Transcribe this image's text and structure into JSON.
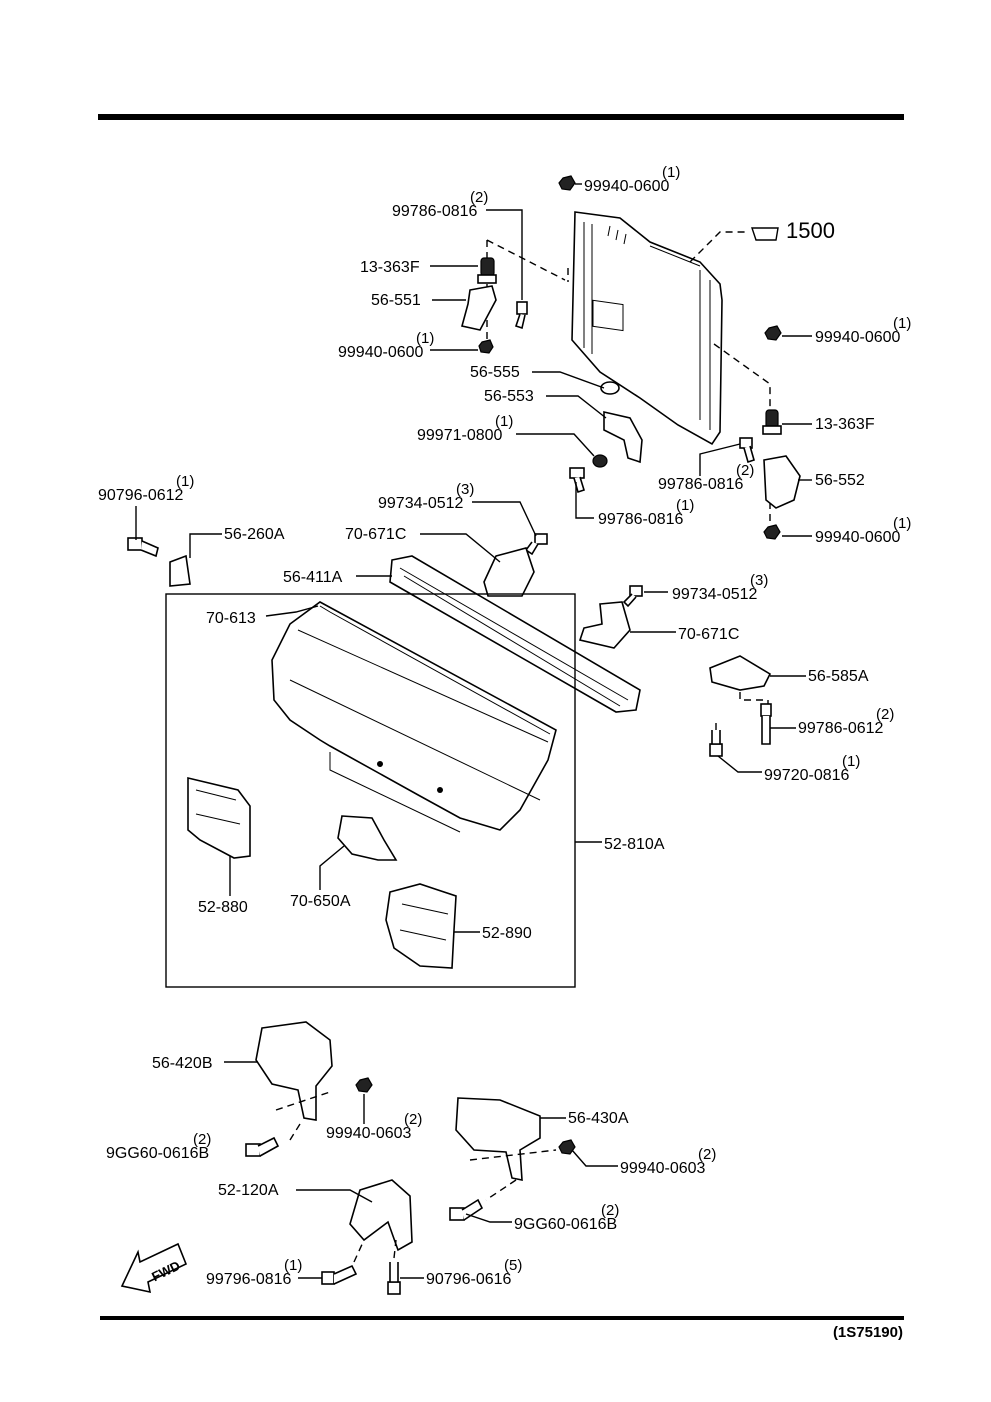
{
  "diagram_code": "(1S75190)",
  "fwd_label": "FWD",
  "radiator_ref": "1500",
  "callouts": [
    {
      "id": "c1",
      "part": "99940-0600",
      "qty": "(1)"
    },
    {
      "id": "c2",
      "part": "99786-0816",
      "qty": "(2)"
    },
    {
      "id": "c3",
      "part": "13-363F",
      "qty": ""
    },
    {
      "id": "c4",
      "part": "56-551",
      "qty": ""
    },
    {
      "id": "c5",
      "part": "99940-0600",
      "qty": "(1)"
    },
    {
      "id": "c6",
      "part": "56-555",
      "qty": ""
    },
    {
      "id": "c7",
      "part": "56-553",
      "qty": ""
    },
    {
      "id": "c8",
      "part": "99971-0800",
      "qty": "(1)"
    },
    {
      "id": "c9",
      "part": "99940-0600",
      "qty": "(1)"
    },
    {
      "id": "c10",
      "part": "13-363F",
      "qty": ""
    },
    {
      "id": "c11",
      "part": "99786-0816",
      "qty": "(2)"
    },
    {
      "id": "c12",
      "part": "56-552",
      "qty": ""
    },
    {
      "id": "c13",
      "part": "99786-0816",
      "qty": "(1)"
    },
    {
      "id": "c14",
      "part": "99940-0600",
      "qty": "(1)"
    },
    {
      "id": "c15",
      "part": "90796-0612",
      "qty": "(1)"
    },
    {
      "id": "c16",
      "part": "56-260A",
      "qty": ""
    },
    {
      "id": "c17",
      "part": "99734-0512",
      "qty": "(3)"
    },
    {
      "id": "c18",
      "part": "70-671C",
      "qty": ""
    },
    {
      "id": "c19",
      "part": "56-411A",
      "qty": ""
    },
    {
      "id": "c20",
      "part": "70-613",
      "qty": ""
    },
    {
      "id": "c21",
      "part": "99734-0512",
      "qty": "(3)"
    },
    {
      "id": "c22",
      "part": "70-671C",
      "qty": ""
    },
    {
      "id": "c23",
      "part": "56-585A",
      "qty": ""
    },
    {
      "id": "c24",
      "part": "99786-0612",
      "qty": "(2)"
    },
    {
      "id": "c25",
      "part": "99720-0816",
      "qty": "(1)"
    },
    {
      "id": "c26",
      "part": "52-810A",
      "qty": ""
    },
    {
      "id": "c27",
      "part": "52-880",
      "qty": ""
    },
    {
      "id": "c28",
      "part": "70-650A",
      "qty": ""
    },
    {
      "id": "c29",
      "part": "52-890",
      "qty": ""
    },
    {
      "id": "c30",
      "part": "56-420B",
      "qty": ""
    },
    {
      "id": "c31",
      "part": "99940-0603",
      "qty": "(2)"
    },
    {
      "id": "c32",
      "part": "9GG60-0616B",
      "qty": "(2)"
    },
    {
      "id": "c33",
      "part": "56-430A",
      "qty": ""
    },
    {
      "id": "c34",
      "part": "99940-0603",
      "qty": "(2)"
    },
    {
      "id": "c35",
      "part": "52-120A",
      "qty": ""
    },
    {
      "id": "c36",
      "part": "9GG60-0616B",
      "qty": "(2)"
    },
    {
      "id": "c37",
      "part": "99796-0816",
      "qty": "(1)"
    },
    {
      "id": "c38",
      "part": "90796-0616",
      "qty": "(5)"
    }
  ]
}
